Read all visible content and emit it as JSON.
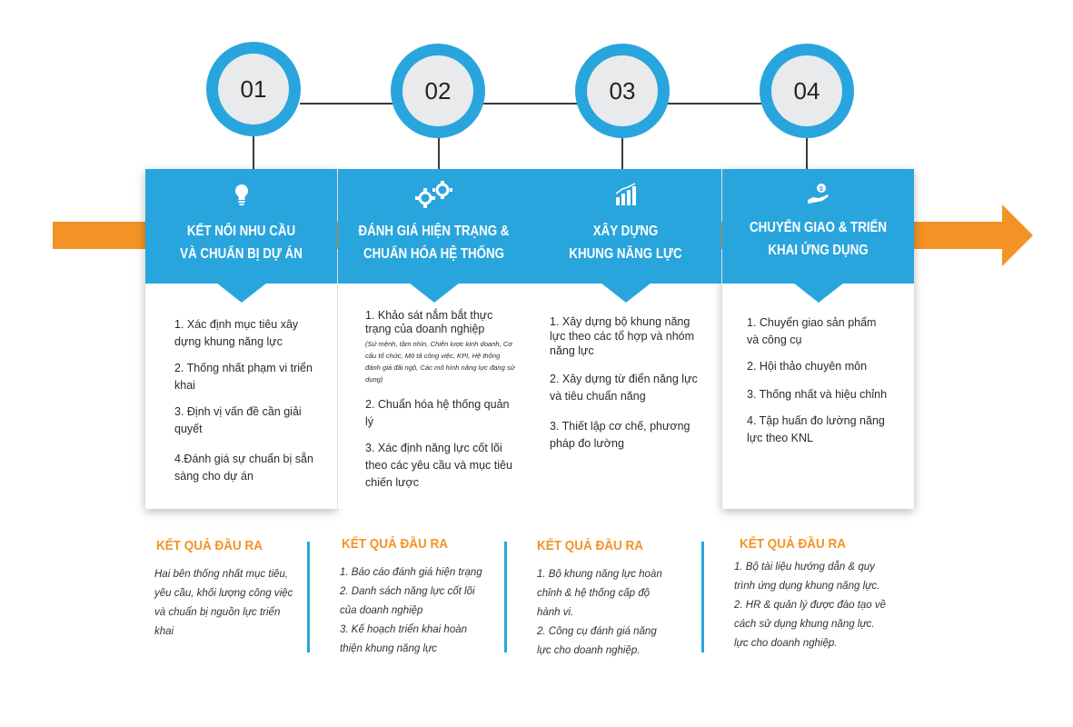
{
  "steps": [
    {
      "number": "01",
      "title_line1": "KẾT NỐI NHU CẦU",
      "title_line2": "VÀ CHUẨN BỊ DỰ ÁN",
      "icon": "lightbulb-icon",
      "items": [
        "1. Xác định mục tiêu xây dựng khung năng lực",
        "2. Thống nhất phạm vi triển khai",
        "3. Định vị vấn đề cần giải quyết",
        "4.Đánh giá sự chuẩn bị sẵn sàng cho dự án"
      ],
      "output_title": "KẾT QUẢ ĐẦU RA",
      "output_text": "Hai bên thống nhất mục tiêu, yêu cầu, khối lượng công việc và chuẩn bị nguồn lực triển khai"
    },
    {
      "number": "02",
      "title_line1": "ĐÁNH GIÁ HIỆN TRẠNG &",
      "title_line2": "CHUẨN HÓA HỆ THỐNG",
      "icon": "gears-icon",
      "items": [
        "1. Khảo sát nắm bắt thực trạng của doanh nghiệp",
        "2. Chuẩn hóa hệ thống quản lý",
        "3. Xác định năng lực cốt lõi theo các yêu cầu và mục tiêu chiến lược"
      ],
      "item1_note": "(Sứ mệnh, tầm nhìn, Chiến lược kinh doanh, Cơ cấu tổ chức, Mô tả công việc, KPI, Hệ thống đánh giá đãi ngộ, Các mô hình năng lực đang sử dụng)",
      "output_title": "KẾT QUẢ ĐẦU RA",
      "output_lines": [
        "1. Báo cáo đánh giá hiện trạng",
        "2. Danh sách năng lực cốt lõi của doanh nghiệp",
        "3. Kế hoạch triển khai hoàn thiện khung năng lực"
      ]
    },
    {
      "number": "03",
      "title_line1": "XÂY DỰNG",
      "title_line2": "KHUNG NĂNG LỰC",
      "icon": "bar-chart-icon",
      "items": [
        "1. Xây dựng bộ khung năng lực theo các tổ hợp và nhóm năng lực",
        "2. Xây dựng từ điển năng lực và tiêu chuẩn năng",
        "3. Thiết lập cơ chế, phương pháp đo lường"
      ],
      "output_title": "KẾT QUẢ ĐẦU RA",
      "output_lines": [
        "1. Bộ khung năng lực hoàn chỉnh & hệ thống cấp độ hành vi.",
        "2. Công cụ đánh giá năng lực cho doanh nghiệp."
      ]
    },
    {
      "number": "04",
      "title_line1": "CHUYỂN GIAO & TRIỂN",
      "title_line2": "KHAI ỨNG DỤNG",
      "icon": "hand-coin-icon",
      "items": [
        "1. Chuyển giao sản phẩm và công cụ",
        "2. Hội thảo chuyên môn",
        "3. Thống nhất và hiệu chỉnh",
        "4. Tập huấn đo lường năng lực theo KNL"
      ],
      "output_title": "KẾT QUẢ ĐẦU RA",
      "output_lines": [
        "1. Bộ tài liệu hướng dẫn & quy trình ứng dụng khung năng lực.",
        "2. HR & quản lý được đào tạo về cách sử dụng khung năng lực.",
        "lực cho doanh nghiệp."
      ]
    }
  ],
  "colors": {
    "blue": "#29a5dd",
    "orange": "#f39325",
    "circle_fill": "#e9eaec"
  }
}
